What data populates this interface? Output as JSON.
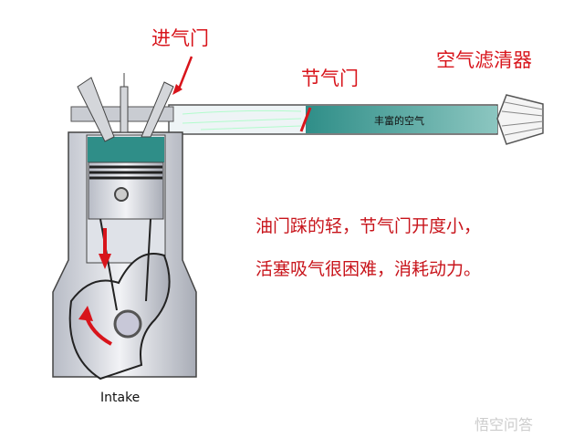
{
  "labels": {
    "intake_valve": "进气门",
    "throttle": "节气门",
    "air_filter": "空气滤清器",
    "rich_air": "丰富的空气",
    "stroke": "Intake"
  },
  "description": [
    "油门踩的轻，节气门开度小，",
    "活塞吸气很困难，消耗动力。"
  ],
  "watermark": "悟空问答",
  "colors": {
    "accent": "#d8141b",
    "air": "#3e9a92"
  }
}
